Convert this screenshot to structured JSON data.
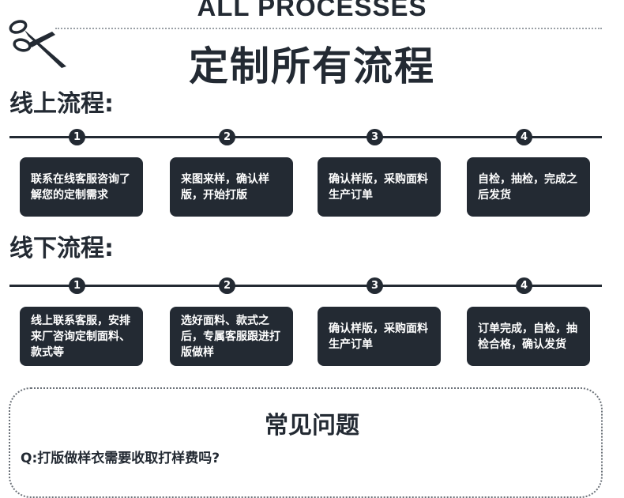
{
  "header": {
    "en_title": "ALL PROCESSES",
    "cn_title": "定制所有流程"
  },
  "online": {
    "title": "线上流程:",
    "steps": [
      {
        "num": "1",
        "text": "联系在线客服咨询了解您的定制需求"
      },
      {
        "num": "2",
        "text": "来图来样，确认样版，开始打版"
      },
      {
        "num": "3",
        "text": "确认样版，采购面料生产订单"
      },
      {
        "num": "4",
        "text": "自检，抽检，完成之后发货"
      }
    ]
  },
  "offline": {
    "title": "线下流程:",
    "steps": [
      {
        "num": "1",
        "text": "线上联系客服，安排来厂咨询定制面料、款式等"
      },
      {
        "num": "2",
        "text": "选好面料、款式之后，专属客服跟进打版做样"
      },
      {
        "num": "3",
        "text": "确认样版，采购面料生产订单"
      },
      {
        "num": "4",
        "text": "订单完成，自检，抽检合格，确认发货"
      }
    ]
  },
  "faq": {
    "title": "常见问题",
    "question": "Q:打版做样衣需要收取打样费吗?"
  },
  "icons": {
    "scissors": "scissors-icon"
  },
  "colors": {
    "dark": "#232a33",
    "white": "#ffffff"
  }
}
